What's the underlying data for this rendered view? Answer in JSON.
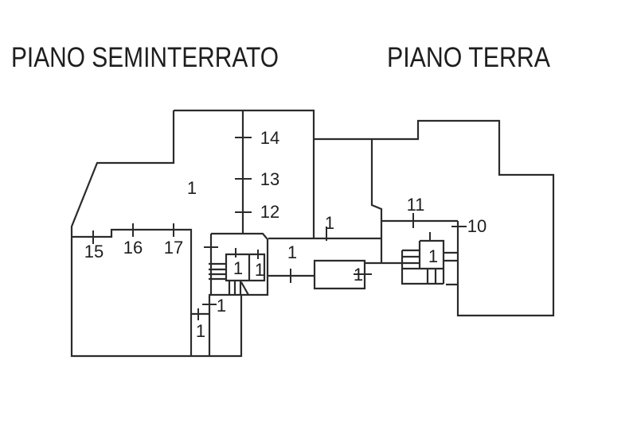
{
  "document_type": "floor-plan",
  "titles": {
    "left": "PIANO SEMINTERRATO",
    "right": "PIANO TERRA"
  },
  "labels": {
    "basement_main": "1",
    "r14": "14",
    "r13": "13",
    "r12": "12",
    "r15": "15",
    "r16": "16",
    "r17": "17",
    "stair_cell_left": "1",
    "stair_cell_right": "1",
    "landing": "1",
    "cellar_room": "1",
    "corridor": "1",
    "corridor_room": "1",
    "mid_room": "1",
    "r11": "11",
    "r10": "10",
    "terra_stair": "1"
  },
  "colors": {
    "line": "#2b2b2b",
    "background": "#ffffff"
  }
}
